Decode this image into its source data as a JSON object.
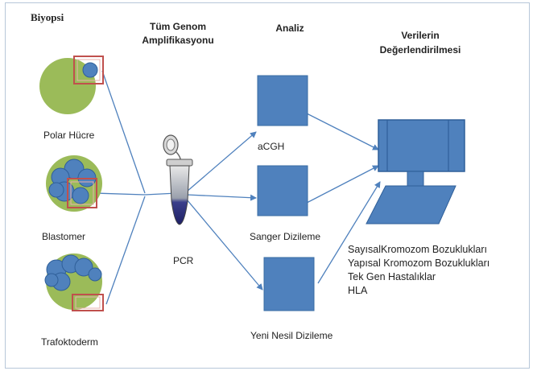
{
  "headers": {
    "biopsy": "Biyopsi",
    "wga_line1": "Tüm Genom",
    "wga_line2": "Amplifikasyonu",
    "analysis": "Analiz",
    "eval_line1": "Verilerin",
    "eval_line2": "Değerlendirilmesi"
  },
  "cells": {
    "polar": "Polar Hücre",
    "blastomer": "Blastomer",
    "trofectoderm": "Trafoktoderm"
  },
  "pcr_label": "PCR",
  "methods": {
    "acgh": "aCGH",
    "sanger": "Sanger Dizileme",
    "ngs": "Yeni Nesil Dizileme"
  },
  "results": [
    "SayısalKromozom  Bozuklukları",
    "Yapısal Kromozom Bozuklukları",
    "Tek Gen Hastalıklar",
    "HLA"
  ],
  "colors": {
    "arrow": "#4f81bd",
    "box": "#4f81bd",
    "cell_green": "#9bbb59",
    "nucleus_blue": "#4f81bd",
    "highlight_red": "#c0504d"
  }
}
